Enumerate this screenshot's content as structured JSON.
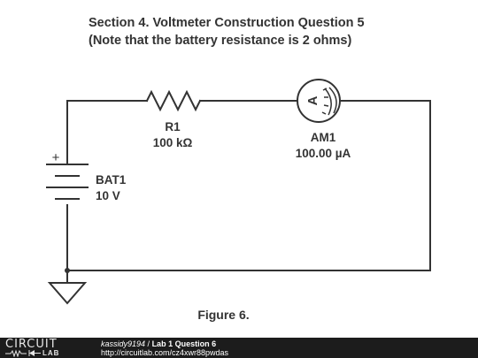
{
  "title": {
    "line1": "Section 4. Voltmeter Construction Question 5",
    "line2": "(Note that the battery resistance is 2 ohms)"
  },
  "components": {
    "resistor": {
      "name": "R1",
      "value": "100 kΩ"
    },
    "ammeter": {
      "name": "AM1",
      "value": "100.00 µA",
      "symbol": "A"
    },
    "battery": {
      "name": "BAT1",
      "value": "10 V",
      "polarity": "+"
    }
  },
  "ground": {
    "icon": "ground-icon"
  },
  "caption": "Figure 6.",
  "footer": {
    "logo_top": "CIRCUIT",
    "logo_bottom": "LAB",
    "user": "kassidy9194",
    "separator": " / ",
    "project": "Lab 1 Question 6",
    "url": "http://circuitlab.com/cz4xwr88pwdas"
  },
  "colors": {
    "wire": "#333333",
    "text": "#333333",
    "footer_bg": "#1c1c1c",
    "footer_text": "#ffffff"
  }
}
